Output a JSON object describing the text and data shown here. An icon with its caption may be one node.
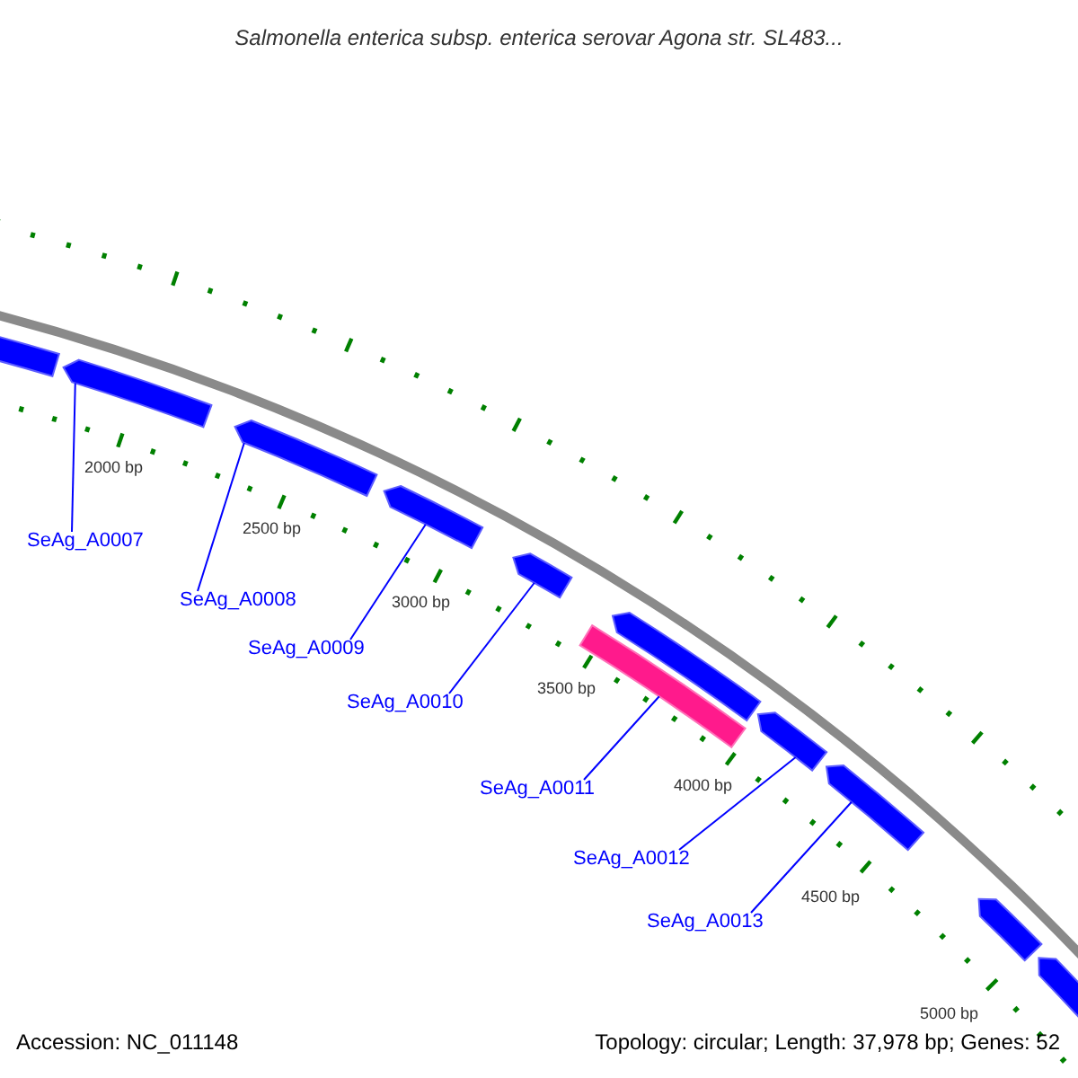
{
  "diagram": {
    "title": "Salmonella enterica subsp. enterica serovar Agona str. SL483...",
    "nodes": [
      {
        "text": [],
        "shape": "arrow"
      },
      {
        "text": [],
        "shape": "arrow"
      },
      {
        "text": [],
        "shape": "arrow"
      },
      {
        "text": [],
        "shape": "arrow"
      },
      {
        "text": [],
        "shape": "arrow"
      },
      {
        "text": [],
        "shape": "bar"
      },
      {
        "text": [],
        "shape": "arrow"
      },
      {
        "text": [],
        "shape": "arrow"
      },
      {
        "text": [],
        "shape": "arrow"
      },
      {
        "text": [],
        "shape": "arrow"
      },
      {
        "text": [],
        "shape": "arrow"
      },
      {
        "text": [
          "SeAg_A0007"
        ]
      },
      {
        "text": [
          "SeAg_A0008"
        ]
      },
      {
        "text": [
          "SeAg_A0009"
        ]
      },
      {
        "text": [
          "SeAg_A0010"
        ]
      },
      {
        "text": [
          "SeAg_A0011"
        ]
      },
      {
        "text": [
          "SeAg_A0012"
        ]
      },
      {
        "text": [
          "SeAg_A0013"
        ]
      }
    ],
    "edges": [
      {
        "from": 11,
        "to": 1,
        "arrow": "none"
      },
      {
        "from": 12,
        "to": 2,
        "arrow": "none"
      },
      {
        "from": 13,
        "to": 3,
        "arrow": "none"
      },
      {
        "from": 14,
        "to": 4,
        "arrow": "none"
      },
      {
        "from": 15,
        "to": 5,
        "arrow": "none"
      },
      {
        "from": 16,
        "to": 7,
        "arrow": "none"
      },
      {
        "from": 17,
        "to": 8,
        "arrow": "none"
      }
    ],
    "labels": [
      "2000 bp",
      "2500 bp",
      "3000 bp",
      "3500 bp",
      "4000 bp",
      "4500 bp",
      "5000 bp",
      "Accession: NC_011148",
      "Topology: circular; Length: 37,978 bp; Genes: 52"
    ]
  }
}
